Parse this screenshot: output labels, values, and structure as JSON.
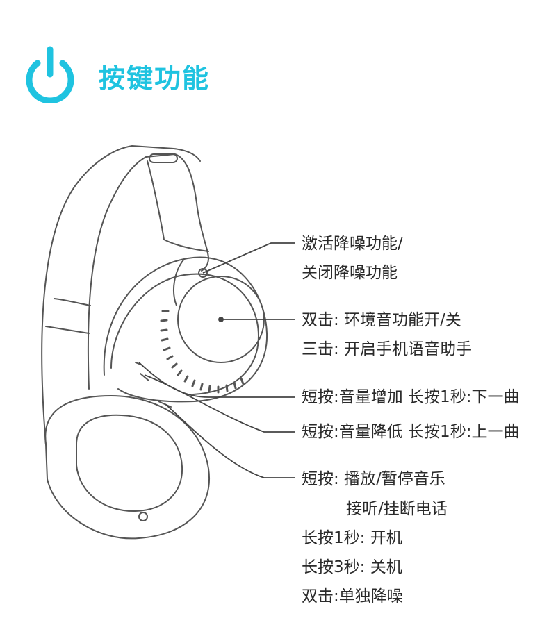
{
  "accent_color": "#1fc3e0",
  "line_color": "#555555",
  "header": {
    "icon": "power-icon",
    "title": "按键功能"
  },
  "callouts": {
    "nc_button": [
      "激活降噪功能/",
      "关闭降噪功能"
    ],
    "touch_panel": [
      "双击: 环境音功能开/关",
      "三击: 开启手机语音助手"
    ],
    "volume_up": "短按:音量增加 长按1秒:下一曲",
    "volume_down": "短按:音量降低 长按1秒:上一曲",
    "mfb": [
      "短按: 播放/暂停音乐",
      "接听/挂断电话",
      "长按1秒: 开机",
      "长按3秒: 关机",
      "双击:单独降噪"
    ]
  }
}
